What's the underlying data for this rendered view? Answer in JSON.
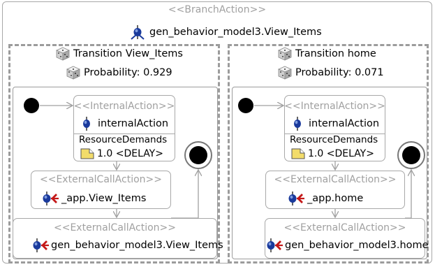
{
  "branch": {
    "stereotype": "<<BranchAction>>",
    "name": "gen_behavior_model3.View_Items"
  },
  "transitions": [
    {
      "title": "Transition View_Items",
      "probability": "Probability: 0.929",
      "internal": {
        "stereotype": "<<InternalAction>>",
        "name": "internalAction",
        "demands_label": "ResourceDemands",
        "demand": "1.0 <DELAY>"
      },
      "call1": {
        "stereotype": "<<ExternalCallAction>>",
        "name": "_app.View_Items"
      },
      "call2": {
        "stereotype": "<<ExternalCallAction>>",
        "name": "gen_behavior_model3.View_Items"
      }
    },
    {
      "title": "Transition home",
      "probability": "Probability: 0.071",
      "internal": {
        "stereotype": "<<InternalAction>>",
        "name": "internalAction",
        "demands_label": "ResourceDemands",
        "demand": "1.0 <DELAY>"
      },
      "call1": {
        "stereotype": "<<ExternalCallAction>>",
        "name": "_app.home"
      },
      "call2": {
        "stereotype": "<<ExternalCallAction>>",
        "name": "gen_behavior_model3.home"
      }
    }
  ],
  "icons": {
    "branch": "branch-action-icon",
    "dice": "dice-icon",
    "internal": "internal-action-icon",
    "demand": "resource-demand-icon",
    "external": "external-call-icon"
  },
  "colors": {
    "border": "#a8a8a8",
    "stereotype": "#a0a0a0",
    "arrow": "#a0a0a0",
    "icon_blue": "#1a3a9c",
    "icon_red": "#c41818",
    "demand_yellow": "#f2dc6a"
  }
}
